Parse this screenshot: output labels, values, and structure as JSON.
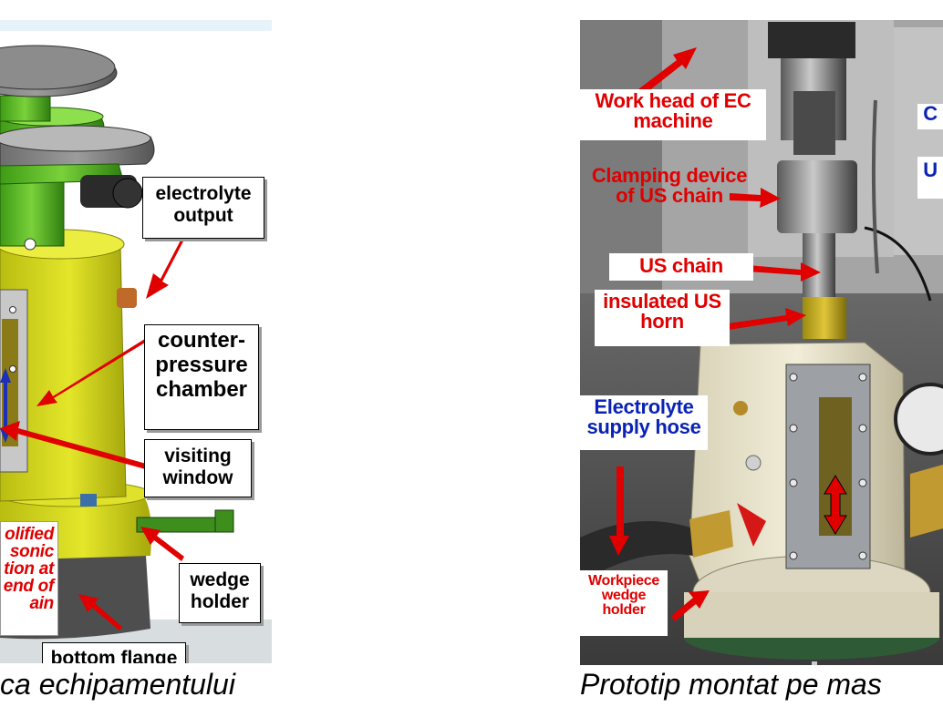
{
  "left_panel": {
    "labels": {
      "electrolyte_output": "electrolyte\noutput",
      "counter_pressure_chamber": "counter-\npressure\nchamber",
      "visiting_window": "visiting\nwindow",
      "wedge_holder": "wedge\nholder",
      "bottom_flange": "bottom flange",
      "amplified_note": "olified\nsonic\ntion at\nend of\nain"
    },
    "caption": "ca echipamentului"
  },
  "right_panel": {
    "labels": {
      "work_head": "Work head of EC\nmachine",
      "clamping_device": "Clamping device\nof US chain",
      "us_chain": "US chain",
      "insulated_horn": "insulated US\nhorn",
      "electrolyte_hose": "Electrolyte\nsupply hose",
      "workpiece_holder": "Workpiece\nwedge\nholder",
      "partial_c": "C",
      "partial_u": "U"
    },
    "caption": "Prototip montat pe mas"
  },
  "colors": {
    "accent_red": "#e00000",
    "label_blue": "#0b23b5",
    "body_yellow": "#d9dd22"
  }
}
